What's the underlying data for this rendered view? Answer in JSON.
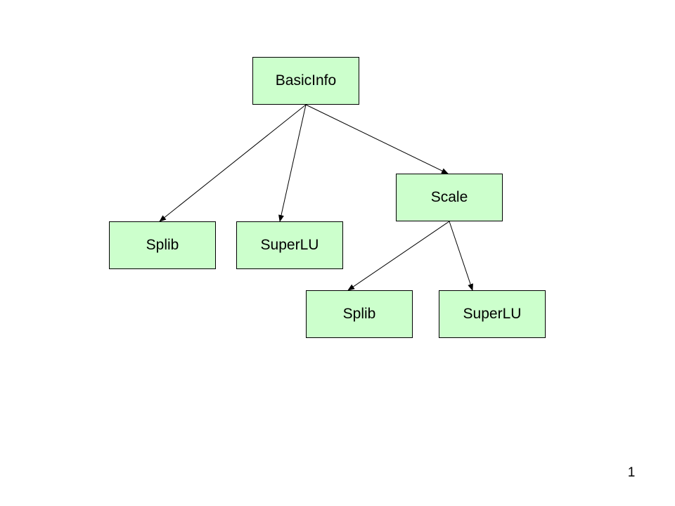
{
  "colors": {
    "node_fill": "#ccffcc",
    "node_border": "#000000",
    "edge": "#000000",
    "background": "#ffffff"
  },
  "nodes": {
    "basicinfo": {
      "label": "BasicInfo"
    },
    "scale": {
      "label": "Scale"
    },
    "splib_1": {
      "label": "Splib"
    },
    "superlu_1": {
      "label": "SuperLU"
    },
    "splib_2": {
      "label": "Splib"
    },
    "superlu_2": {
      "label": "SuperLU"
    }
  },
  "edges": [
    {
      "from": "basicinfo",
      "to": "splib_1"
    },
    {
      "from": "basicinfo",
      "to": "superlu_1"
    },
    {
      "from": "basicinfo",
      "to": "scale"
    },
    {
      "from": "scale",
      "to": "splib_2"
    },
    {
      "from": "scale",
      "to": "superlu_2"
    }
  ],
  "page_number": "1"
}
